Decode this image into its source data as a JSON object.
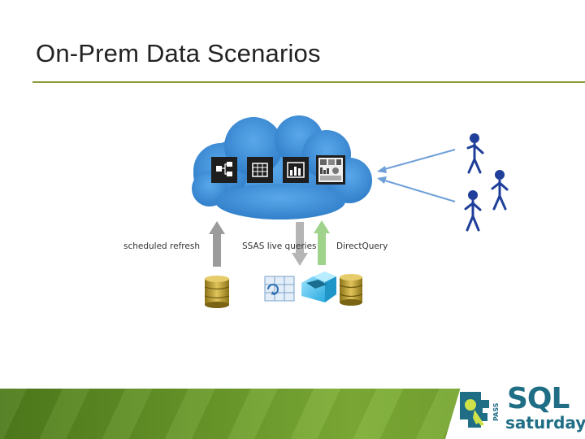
{
  "slide": {
    "title": "On-Prem Data Scenarios"
  },
  "diagram": {
    "labels": {
      "scheduled_refresh": "scheduled refresh",
      "ssas_live": "SSAS live queries",
      "direct_query": "DirectQuery"
    },
    "cloud_tiles": [
      "org-chart-icon",
      "table-icon",
      "bar-chart-icon",
      "dashboard-icon"
    ],
    "users_count": 3
  },
  "logo": {
    "pass": "PASS",
    "sql": "SQL",
    "saturday": "saturday"
  },
  "colors": {
    "title_rule": "#8a9a3c",
    "cloud": "#3f8fd6",
    "arrow_refresh": "#9b9b9b",
    "arrow_ssas": "#b5b5b5",
    "arrow_dq": "#9fd28a",
    "database": "#b89a2a",
    "person": "#1f3f9a",
    "footer_green": "#6a9a2a",
    "logo_blue": "#1f6e86"
  }
}
